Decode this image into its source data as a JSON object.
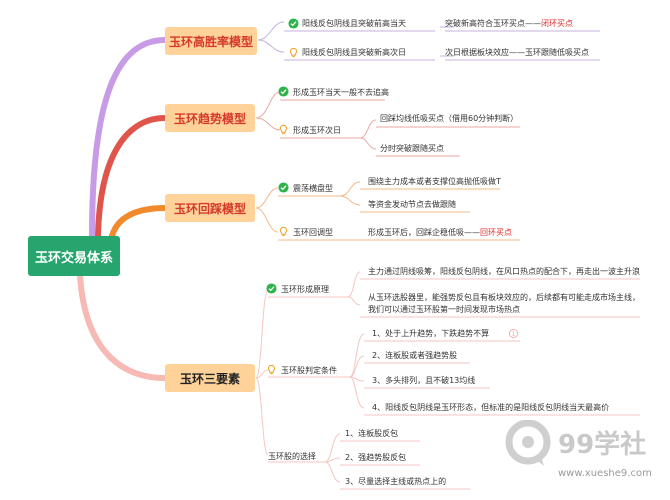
{
  "root": "玉环交易体系",
  "branches": [
    {
      "title": "玉环高胜率模型",
      "items": [
        {
          "icon": "check-circle-icon",
          "label": "阳线反包阴线且突破前高当天",
          "note": "突破新高符合玉环买点——",
          "note_accent": "闭环买点"
        },
        {
          "icon": "bulb-icon",
          "label": "阳线反包阴线且突破新高次日",
          "note": "次日根据板块效应——玉环跟随低吸买点",
          "note_accent": ""
        }
      ]
    },
    {
      "title": "玉环趋势模型",
      "items": [
        {
          "icon": "check-circle-icon",
          "label": "形成玉环当天一般不去追高"
        },
        {
          "icon": "bulb-icon",
          "label": "形成玉环次日",
          "subs": [
            "回踩均线低吸买点（借用60分钟判断）",
            "分时突破跟随买点"
          ]
        }
      ]
    },
    {
      "title": "玉环回踩模型",
      "items": [
        {
          "icon": "check-circle-icon",
          "label": "震荡横盘型",
          "subs": [
            "围绕主力成本或者支撑位高抛低吸做T",
            "等资金发动节点去做跟随"
          ]
        },
        {
          "icon": "bulb-icon",
          "label": "玉环回调型",
          "note": "形成玉环后，回踩企稳低吸——",
          "note_accent": "回环买点"
        }
      ]
    },
    {
      "title": "玉环三要素",
      "items": [
        {
          "icon": "check-circle-icon",
          "label": "玉环形成原理",
          "subs": [
            "主力通过阴线吸筹，阳线反包阴线，在风口热点的配合下，再走出一波主升浪",
            "从玉环选股器里，能强势反包且有板块效应的，后续都有可能走成市场主线，",
            "我们可以通过玉环股第一时间发现市场热点"
          ]
        },
        {
          "icon": "bulb-icon",
          "label": "玉环股判定条件",
          "subs": [
            "1、处于上升趋势，下跌趋势不算",
            "2、连板股或者强趋势股",
            "3、多头排列，且不破13均线",
            "4、阳线反包阴线是玉环形态，但标准的是阳线反包阴线当天最高价"
          ]
        },
        {
          "icon": "",
          "label": "玉环股的选择",
          "subs": [
            "1、连板股反包",
            "2、强趋势股反包",
            "3、尽量选择主线或热点上的"
          ]
        }
      ]
    }
  ],
  "watermark": {
    "name": "99学社",
    "url": "www.xueshe9.com"
  },
  "colors": {
    "root": "#27a56e",
    "branch_fill": "#ffd29a",
    "wire1": "#c89be6",
    "wire2": "#e0554b",
    "wire3": "#f08a2c",
    "wire4": "#f6b9b4",
    "accent": "#e02a2a"
  }
}
